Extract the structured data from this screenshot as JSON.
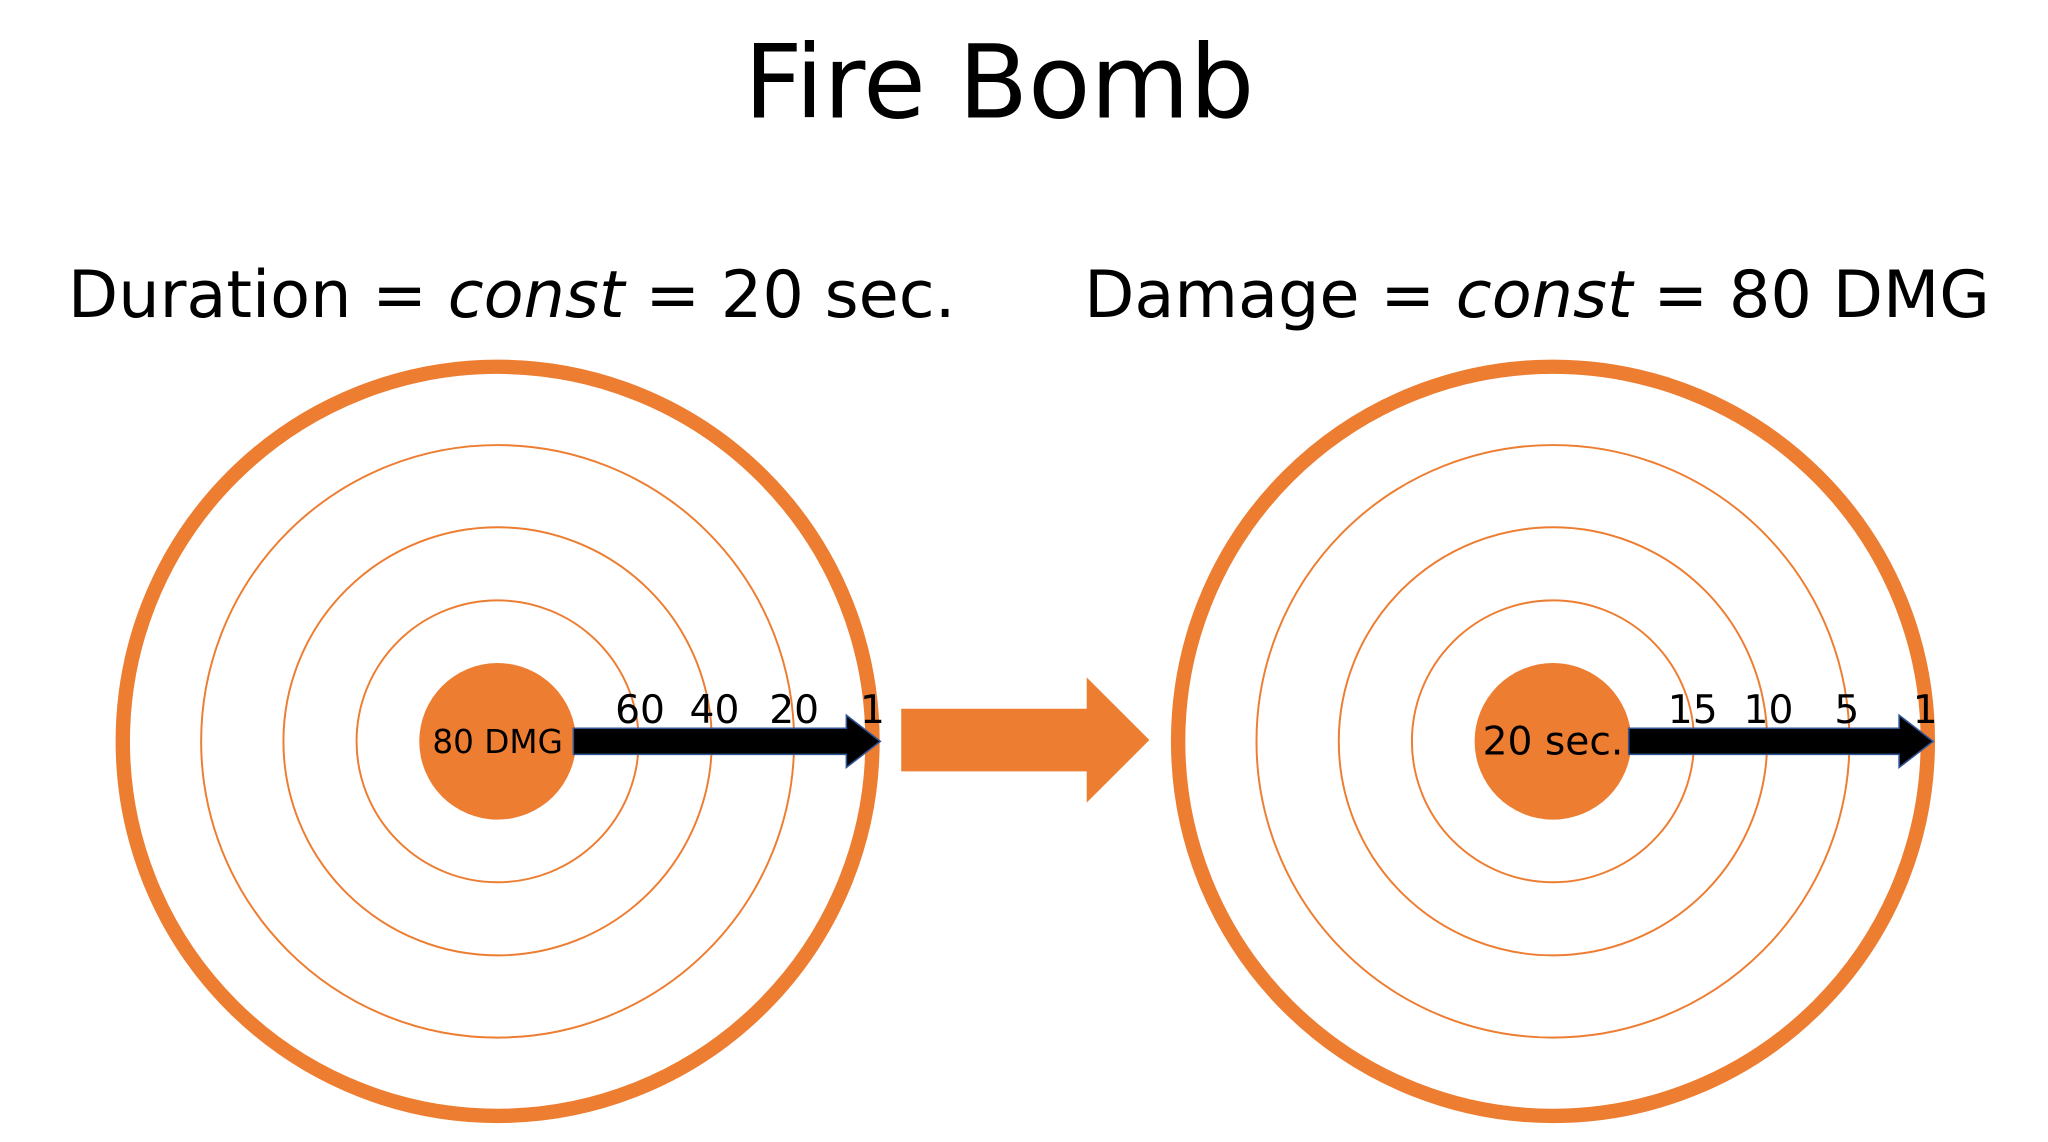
{
  "title": "Fire Bomb",
  "accent_color": "#ED7D31",
  "left": {
    "heading_prefix": "Duration = ",
    "heading_italic": "const",
    "heading_suffix": " = 20 sec.",
    "center_label": "80 DMG",
    "ring_labels": [
      "60",
      "40",
      "20",
      "1"
    ]
  },
  "right": {
    "heading_prefix": "Damage = ",
    "heading_italic": "const",
    "heading_suffix": " = 80 DMG",
    "center_label": "20 sec.",
    "ring_labels": [
      "15",
      "10",
      "5",
      "1"
    ]
  }
}
